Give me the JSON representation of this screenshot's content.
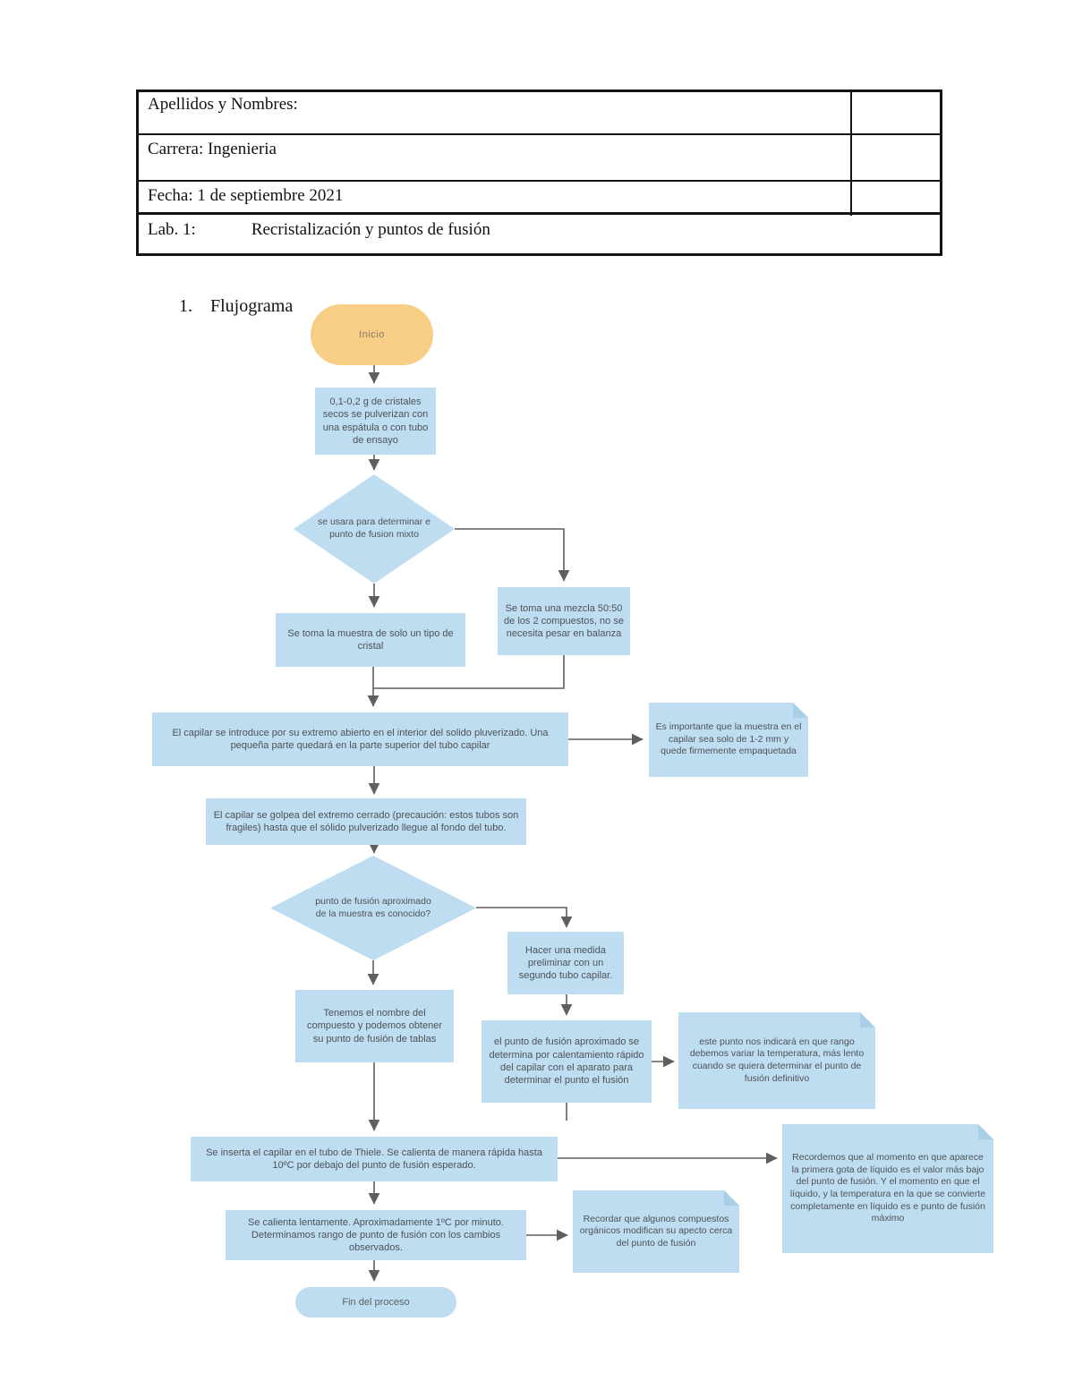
{
  "document": {
    "header_table": {
      "row1": "Apellidos y Nombres:",
      "row2": "Carrera: Ingenieria",
      "row3": "Fecha: 1 de septiembre 2021",
      "row4_prefix": "Lab. 1:",
      "row4_title": "Recristalización y puntos de fusión"
    },
    "section_heading": {
      "number": "1.",
      "title": "Flujograma"
    }
  },
  "flowchart": {
    "nodes": {
      "inicio": {
        "type": "start",
        "text": "Inicio"
      },
      "cristales": {
        "type": "process",
        "text": "0,1-0,2 g de cristales secos se pulverizan con una espátula o con tubo de ensayo"
      },
      "usara_mixto": {
        "type": "decision",
        "text": "se usara para determinar e punto de fusion mixto"
      },
      "mezcla": {
        "type": "process",
        "text": "Se toma una mezcla 50:50 de los 2 compuestos, no se necesita pesar en balanza"
      },
      "muestra": {
        "type": "process",
        "text": "Se toma la muestra de solo un tipo de cristal"
      },
      "capilar_intro": {
        "type": "process",
        "text": "El capilar se introduce por su extremo abierto en el interior del solido pluverizado. Una pequeña parte quedará en la parte superior del tubo capilar"
      },
      "nota_importante": {
        "type": "note",
        "text": "Es importante que la muestra en el capilar sea solo de 1-2 mm y quede firmemente empaquetada"
      },
      "golpea": {
        "type": "process",
        "text": "El capilar se golpea del extremo cerrado (precaución: estos tubos son fragiles) hasta que el sólido pulverizado llegue al fondo del tubo."
      },
      "fusion_conocido": {
        "type": "decision",
        "text": "punto de fusión aproximado de la muestra es conocido?"
      },
      "hacer_medida": {
        "type": "process",
        "text": "Hacer una medida preliminar con un segundo tubo capilar."
      },
      "tenemos_nombre": {
        "type": "process",
        "text": "Tenemos el nombre del compuesto y podemos obtener su punto de fusión de tablas"
      },
      "punto_aproximado": {
        "type": "process",
        "text": "el punto de fusión aproximado se determina por calentamiento rápido del capilar con el aparato para determinar el punto el fusión"
      },
      "nota_este_punto": {
        "type": "note",
        "text": "este punto nos indicará en que rango debemos variar la temperatura, más lento cuando se quiera determinar el punto de fusión definitivo"
      },
      "thiele": {
        "type": "process",
        "text": "Se inserta el capilar en el tubo de Thiele. Se calienta de manera rápida hasta 10ºC por debajo del punto de fusión esperado."
      },
      "nota_recordemos": {
        "type": "note",
        "text": "Recordemos que al momento en que aparece la primera gota de líquido es el valor más bajo del punto de fusión. Y el momento en que el líquido, y la temperatura en la que se convierte completamente en líquido es e punto de fusión máximo"
      },
      "lentamente": {
        "type": "process",
        "text": "Se calienta lentamente. Aproximadamente 1ºC por minuto. Determinamos rango de punto de fusión con los cambios observados."
      },
      "nota_recordar": {
        "type": "note",
        "text": "Recordar que algunos compuestos orgánicos modifican su apecto cerca del punto de fusión"
      },
      "fin": {
        "type": "end",
        "text": "Fin del proceso"
      }
    }
  },
  "colors": {
    "node_fill": "#BEDDF1",
    "start_fill": "#F8CD85",
    "connector": "#5F5F5F",
    "node_text": "#4E5257",
    "table_border": "#141414"
  }
}
